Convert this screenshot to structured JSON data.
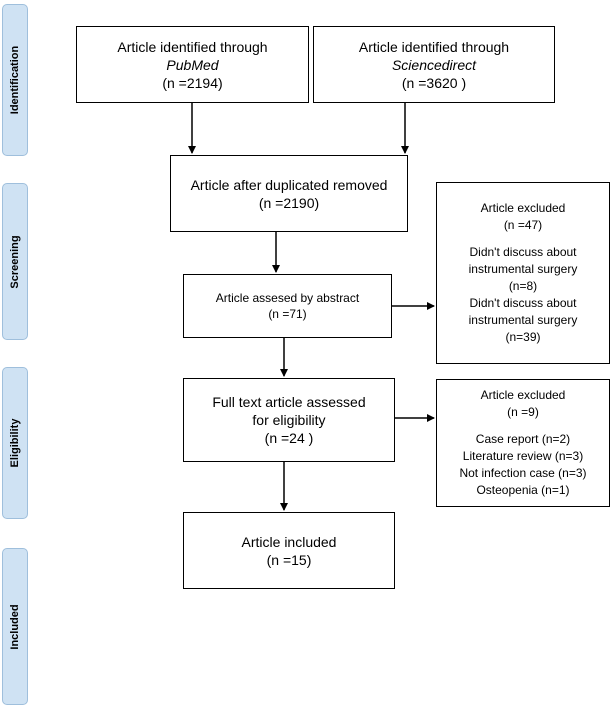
{
  "phases": {
    "identification": "Identification",
    "screening": "Screening",
    "eligibility": "Eligibility",
    "included": "Included"
  },
  "boxes": {
    "pubmed": {
      "line1": "Article identified through",
      "source": "PubMed",
      "count": "(n =2194)"
    },
    "sciencedirect": {
      "line1": "Article identified through",
      "source": "Sciencedirect",
      "count": "(n =3620 )"
    },
    "duplicates": {
      "line1": "Article after duplicated removed",
      "count": "(n =2190)"
    },
    "abstract": {
      "line1": "Article assesed by abstract",
      "count": "(n =71)"
    },
    "excluded_screening": {
      "title": "Article excluded",
      "count": "(n =47)",
      "reason1_a": "Didn't discuss about",
      "reason1_b": "instrumental surgery",
      "reason1_count": "(n=8)",
      "reason2_a": "Didn't discuss about",
      "reason2_b": "instrumental surgery",
      "reason2_count": "(n=39)"
    },
    "fulltext": {
      "line1": "Full text article assessed",
      "line2": "for eligibility",
      "count": "(n =24 )"
    },
    "excluded_eligibility": {
      "title": "Article excluded",
      "count": "(n =9)",
      "reasons": [
        "Case report (n=2)",
        "Literature review (n=3)",
        "Not infection case (n=3)",
        "Osteopenia (n=1)"
      ]
    },
    "included": {
      "line1": "Article included",
      "count": "(n =15)"
    }
  }
}
